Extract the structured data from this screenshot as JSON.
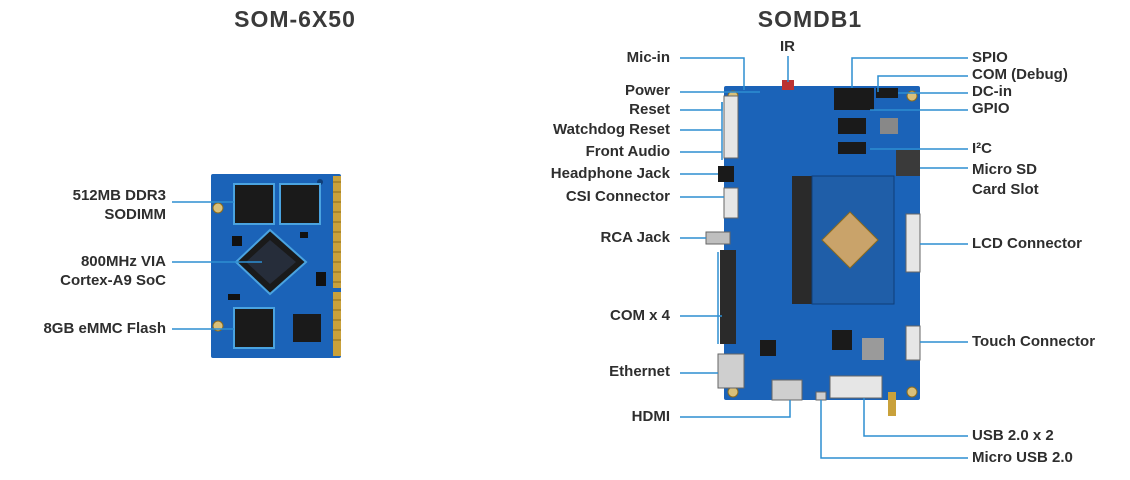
{
  "titles": {
    "left": "SOM-6X50",
    "right": "SOMDB1"
  },
  "colors": {
    "pcb_blue": "#1b63b8",
    "leader_line": "#2d8ed1",
    "gold_finger": "#c9a13b",
    "chip": "#1a1a1a",
    "text": "#2e2e2e"
  },
  "som_labels": {
    "ddr3_line1": "512MB DDR3",
    "ddr3_line2": "SODIMM",
    "soc_line1": "800MHz VIA",
    "soc_line2": "Cortex-A9 SoC",
    "emmc": "8GB eMMC Flash"
  },
  "board_left_labels": {
    "mic_in": "Mic-in",
    "power": "Power",
    "reset": "Reset",
    "watchdog_reset": "Watchdog Reset",
    "front_audio": "Front Audio",
    "headphone_jack": "Headphone Jack",
    "csi_connector": "CSI Connector",
    "rca_jack": "RCA Jack",
    "com_x4": "COM x 4",
    "ethernet": "Ethernet",
    "hdmi": "HDMI"
  },
  "board_top_labels": {
    "ir": "IR"
  },
  "board_right_labels": {
    "spio": "SPIO",
    "com_debug": "COM (Debug)",
    "dc_in": "DC-in",
    "gpio": "GPIO",
    "i2c": "I²C",
    "micro_sd_line1": "Micro SD",
    "micro_sd_line2": "Card Slot",
    "lcd_connector": "LCD Connector",
    "touch_connector": "Touch Connector",
    "usb20_x2": "USB 2.0 x 2",
    "micro_usb": "Micro USB 2.0"
  }
}
